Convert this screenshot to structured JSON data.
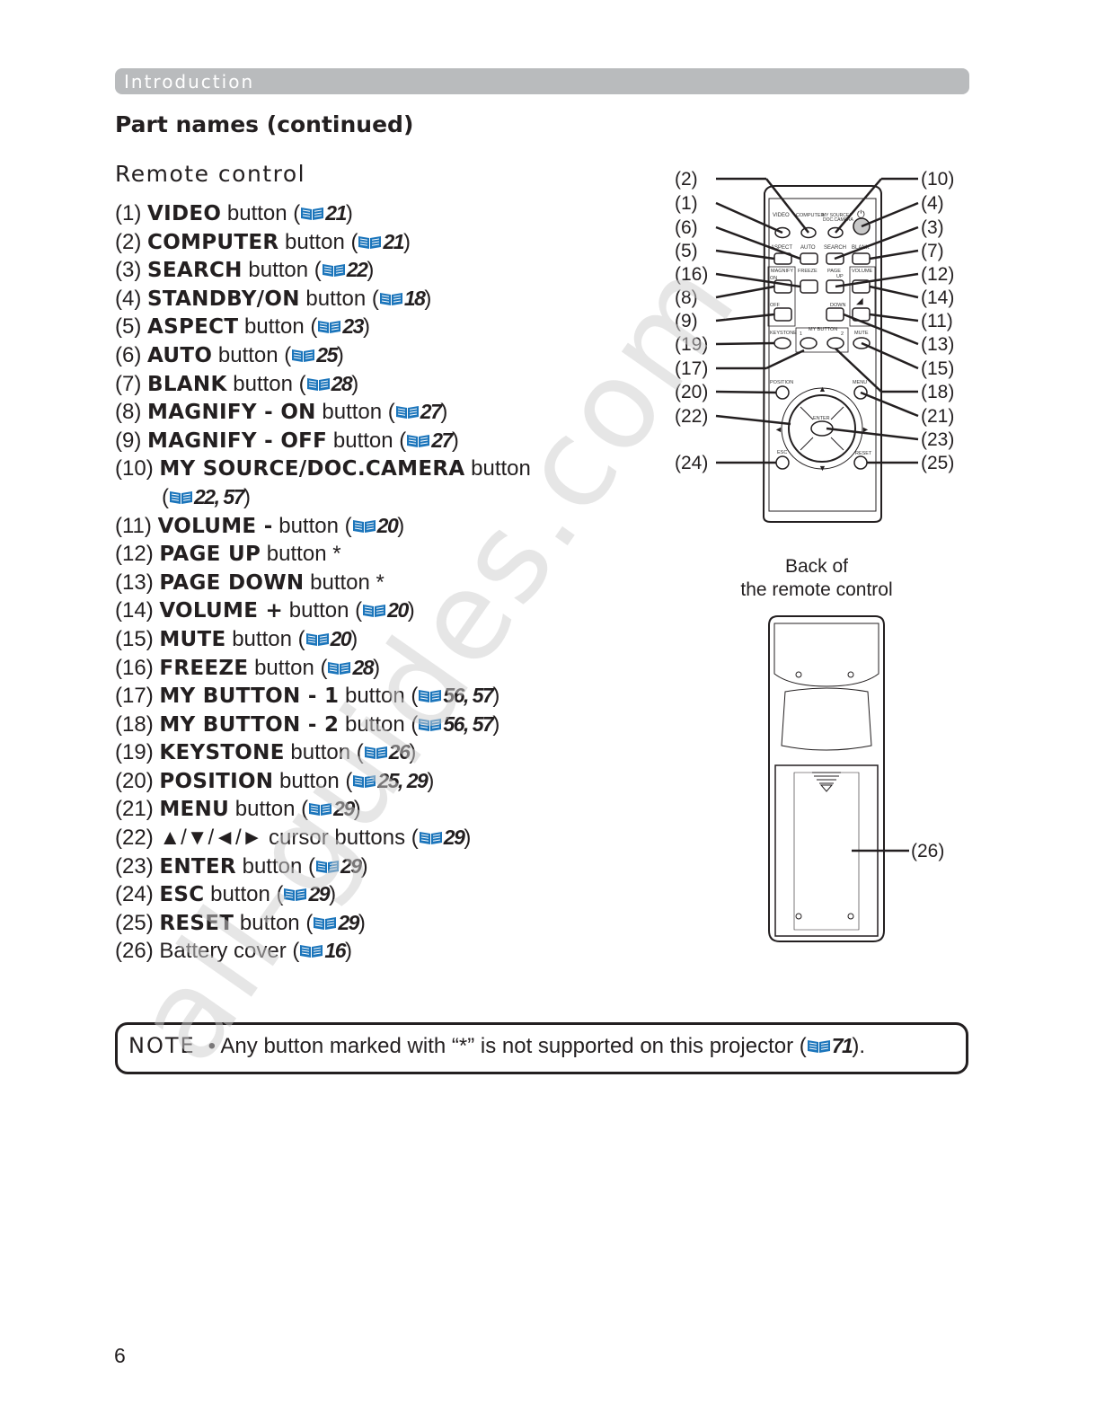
{
  "header": {
    "section": "Introduction",
    "title": "Part names (continued)",
    "subtitle": "Remote control"
  },
  "parts": [
    {
      "num": "(1)",
      "name": "VIDEO",
      "suffix": " button (",
      "ref": "21",
      "end": ")"
    },
    {
      "num": "(2)",
      "name": "COMPUTER",
      "suffix": " button (",
      "ref": "21",
      "end": ")"
    },
    {
      "num": "(3)",
      "name": "SEARCH",
      "suffix": " button (",
      "ref": "22",
      "end": ")"
    },
    {
      "num": "(4)",
      "name": "STANDBY/ON",
      "suffix": " button (",
      "ref": "18",
      "end": ")"
    },
    {
      "num": "(5)",
      "name": "ASPECT",
      "suffix": " button (",
      "ref": "23",
      "end": ")"
    },
    {
      "num": "(6)",
      "name": "AUTO",
      "suffix": " button (",
      "ref": "25",
      "end": ")"
    },
    {
      "num": "(7)",
      "name": "BLANK",
      "suffix": " button (",
      "ref": "28",
      "end": ")"
    },
    {
      "num": "(8)",
      "name": "MAGNIFY - ON",
      "suffix": " button (",
      "ref": "27",
      "end": ")"
    },
    {
      "num": "(9)",
      "name": "MAGNIFY - OFF",
      "suffix": " button (",
      "ref": "27",
      "end": ")"
    },
    {
      "num": "(10)",
      "name": "MY SOURCE/DOC.CAMERA",
      "suffix": " button",
      "ref": "",
      "end": ""
    },
    {
      "num": "",
      "name": "",
      "suffix": "(",
      "ref": "22, 57",
      "end": ")"
    },
    {
      "num": "(11)",
      "name": "VOLUME -",
      "suffix": " button (",
      "ref": "20",
      "end": ")"
    },
    {
      "num": "(12)",
      "name": "PAGE UP",
      "suffix": " button *",
      "ref": "",
      "end": ""
    },
    {
      "num": "(13)",
      "name": "PAGE DOWN",
      "suffix": " button *",
      "ref": "",
      "end": ""
    },
    {
      "num": "(14)",
      "name": "VOLUME +",
      "suffix": " button (",
      "ref": "20",
      "end": ")"
    },
    {
      "num": "(15)",
      "name": "MUTE",
      "suffix": " button (",
      "ref": "20",
      "end": ")"
    },
    {
      "num": "(16)",
      "name": "FREEZE",
      "suffix": " button (",
      "ref": "28",
      "end": ")"
    },
    {
      "num": "(17)",
      "name": "MY BUTTON - 1",
      "suffix": " button (",
      "ref": "56, 57",
      "end": ")"
    },
    {
      "num": "(18)",
      "name": "MY BUTTON - 2",
      "suffix": " button (",
      "ref": "56, 57",
      "end": ")"
    },
    {
      "num": "(19)",
      "name": "KEYSTONE",
      "suffix": " button (",
      "ref": "26",
      "end": ")"
    },
    {
      "num": "(20)",
      "name": "POSITION",
      "suffix": " button (",
      "ref": "25, 29",
      "end": ")"
    },
    {
      "num": "(21)",
      "name": "MENU",
      "suffix": " button (",
      "ref": "29",
      "end": ")"
    },
    {
      "num": "(22)",
      "name": "",
      "suffix": "▲/▼/◄/► cursor buttons (",
      "ref": "29",
      "end": ")"
    },
    {
      "num": "(23)",
      "name": "ENTER",
      "suffix": " button (",
      "ref": "29",
      "end": ")"
    },
    {
      "num": "(24)",
      "name": "ESC",
      "suffix": " button (",
      "ref": "29",
      "end": ")"
    },
    {
      "num": "(25)",
      "name": "RESET",
      "suffix": " button (",
      "ref": "29",
      "end": ")"
    },
    {
      "num": "(26)",
      "name": "",
      "suffix": "Battery cover (",
      "ref": "16",
      "end": ")"
    }
  ],
  "remote": {
    "callouts_left": [
      "(2)",
      "(1)",
      "(6)",
      "(5)",
      "(16)",
      "(8)",
      "(9)",
      "(19)",
      "(17)",
      "(20)",
      "(22)",
      "(24)"
    ],
    "callouts_right": [
      "(10)",
      "(4)",
      "(3)",
      "(7)",
      "(12)",
      "(14)",
      "(11)",
      "(13)",
      "(15)",
      "(18)",
      "(21)",
      "(23)",
      "(25)"
    ],
    "labels": {
      "video": "VIDEO",
      "computer": "COMPUTER",
      "my_source": "MY SOURCE/",
      "doc_camera": "DOC.CAMERA",
      "aspect": "ASPECT",
      "auto": "AUTO",
      "search": "SEARCH",
      "blank": "BLANK",
      "magnify": "MAGNIFY",
      "freeze": "FREEZE",
      "page": "PAGE",
      "up": "UP",
      "volume": "VOLUME",
      "on": "ON",
      "off": "OFF",
      "down": "DOWN",
      "keystone": "KEYSTONE",
      "my_button": "MY BUTTON",
      "one": "1",
      "two": "2",
      "mute": "MUTE",
      "position": "POSITION",
      "menu": "MENU",
      "enter": "ENTER",
      "esc": "ESC",
      "reset": "RESET"
    },
    "back_caption_line1": "Back of",
    "back_caption_line2": "the remote control",
    "battery_callout": "(26)"
  },
  "note": {
    "label": "NOTE",
    "text": "• Any button marked with “*” is not supported on this projector (",
    "ref": "71",
    "end": ")."
  },
  "page_number": "6",
  "watermark": "all-guides.com",
  "colors": {
    "section_bar": "#b9bbbd",
    "book_icon": "#1b75bb",
    "text": "#231f20"
  }
}
